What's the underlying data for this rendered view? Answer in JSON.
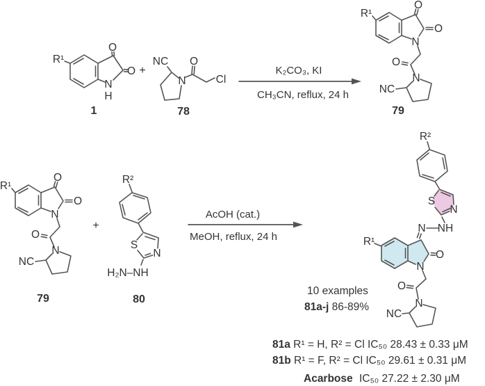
{
  "colors": {
    "background": "#ffffff",
    "bond_line": "#545454",
    "text": "#333333",
    "thiazole_highlight": "#edc9e3",
    "oxindole_highlight": "#d0e9f1"
  },
  "scheme": {
    "plus_sign": "+",
    "mol1": {
      "number": "1",
      "r1": "R¹",
      "o_top": "O",
      "o_right": "O",
      "n": "N",
      "h": "H"
    },
    "mol78": {
      "number": "78",
      "nc": "NC",
      "n": "N",
      "o": "O",
      "cl": "Cl"
    },
    "arrow1": {
      "above": "K₂CO₃, KI",
      "below": "CH₃CN, reflux, 24 h"
    },
    "mol79": {
      "number": "79",
      "r1": "R¹",
      "o_top": "O",
      "o_right": "O",
      "n_ring": "N",
      "o_amide": "O",
      "n_pyrrolidine": "N",
      "nc": "NC"
    },
    "mol80": {
      "number": "80",
      "r2": "R²",
      "s": "S",
      "n": "N",
      "hydrazinyl": "H₂N–NH"
    },
    "arrow2": {
      "above": "AcOH (cat.)",
      "below": "MeOH, reflux, 24 h"
    },
    "mol81": {
      "r2": "R²",
      "s": "S",
      "n_thiazole": "N",
      "n_hydrazone": "N",
      "nh": "NH",
      "r1": "R¹",
      "o_ring": "O",
      "n_ring": "N",
      "o_amide": "O",
      "n_pyrrolidine": "N",
      "nc": "NC"
    },
    "notes": {
      "examples": "10 examples",
      "yield_bold": "81a-j",
      "yield_rest": " 86-89%"
    }
  },
  "results": {
    "entry1": {
      "bold": "81a",
      "rest": " R¹ = H, R² = Cl IC₅₀ 28.43 ± 0.33 μM"
    },
    "entry2": {
      "bold": "81b",
      "rest": " R¹ = F, R² = Cl IC₅₀ 29.61 ± 0.31 μM"
    },
    "entry3": {
      "bold": "Acarbose",
      "rest": " IC₅₀ 27.22 ± 2.30 μM"
    }
  }
}
